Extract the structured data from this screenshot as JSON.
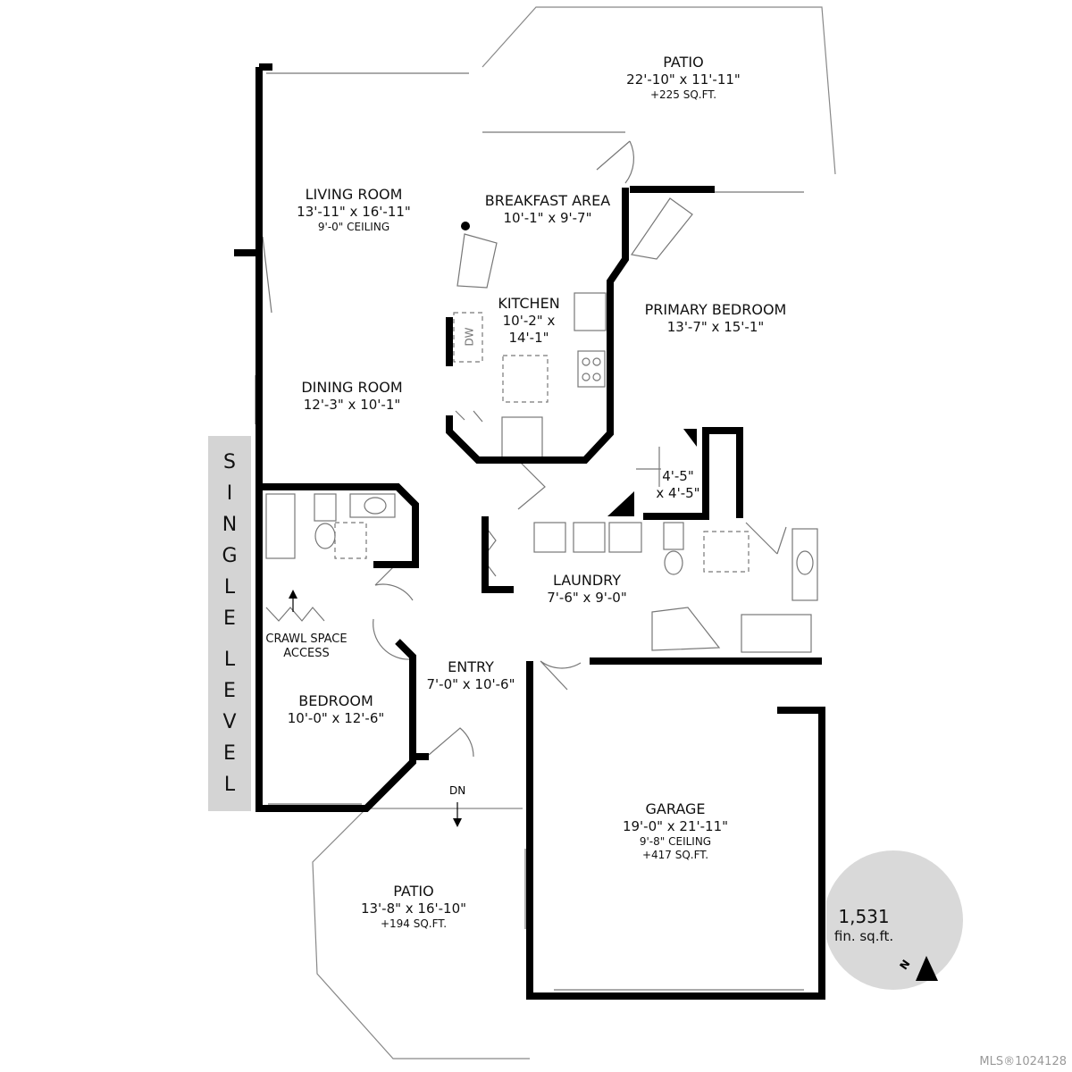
{
  "level_label": "SINGLE LEVEL",
  "level_letters": [
    "S",
    "I",
    "N",
    "G",
    "L",
    "E",
    "",
    "L",
    "E",
    "V",
    "E",
    "L"
  ],
  "rooms": {
    "patio_top": {
      "name": "PATIO",
      "dims": "22'-10\" x 11'-11\"",
      "area": "+225 SQ.FT."
    },
    "living": {
      "name": "LIVING ROOM",
      "dims": "13'-11\" x 16'-11\"",
      "ceiling": "9'-0\" CEILING"
    },
    "breakfast": {
      "name": "BREAKFAST AREA",
      "dims": "10'-1\" x 9'-7\""
    },
    "kitchen": {
      "name": "KITCHEN",
      "dims1": "10'-2\" x",
      "dims2": "14'-1\"",
      "dw": "DW"
    },
    "primary": {
      "name": "PRIMARY BEDROOM",
      "dims": "13'-7\" x 15'-1\""
    },
    "dining": {
      "name": "DINING ROOM",
      "dims": "12'-3\" x 10'-1\""
    },
    "closet": {
      "dims1": "4'-5\"",
      "dims2": "x 4'-5\""
    },
    "laundry": {
      "name": "LAUNDRY",
      "dims": "7'-6\" x 9'-0\""
    },
    "crawl": {
      "line1": "CRAWL SPACE",
      "line2": "ACCESS"
    },
    "entry": {
      "name": "ENTRY",
      "dims": "7'-0\" x 10'-6\""
    },
    "bedroom": {
      "name": "BEDROOM",
      "dims": "10'-0\" x 12'-6\""
    },
    "garage": {
      "name": "GARAGE",
      "dims": "19'-0\" x 21'-11\"",
      "ceiling": "9'-8\" CEILING",
      "area": "+417 SQ.FT."
    },
    "patio_bottom": {
      "name": "PATIO",
      "dims": "13'-8\" x 16'-10\"",
      "area": "+194 SQ.FT."
    },
    "stairs": {
      "label": "DN"
    }
  },
  "summary": {
    "area": "1,531",
    "unit": "fin. sq.ft.",
    "north": "N"
  },
  "watermark": "MLS®1024128",
  "colors": {
    "wall": "#000000",
    "badge": "#d9d9d9",
    "level_band": "#d4d4d4",
    "fixture": "#777777"
  }
}
